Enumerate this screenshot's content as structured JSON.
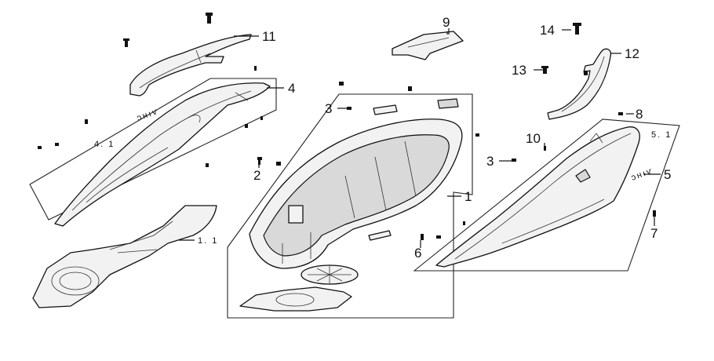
{
  "callouts": {
    "c1": "1",
    "c1_1": "1. 1",
    "c2": "2",
    "c3a": "3",
    "c3b": "3",
    "c4": "4",
    "c4_1": "4. 1",
    "c5": "5",
    "c5_1": "5. 1",
    "c6": "6",
    "c7": "7",
    "c8": "8",
    "c9": "9",
    "c10": "10",
    "c11": "11",
    "c12": "12",
    "c13": "13",
    "c14": "14"
  },
  "colors": {
    "line": "#111111",
    "fill": "#f2f2f2",
    "background": "#ffffff"
  }
}
